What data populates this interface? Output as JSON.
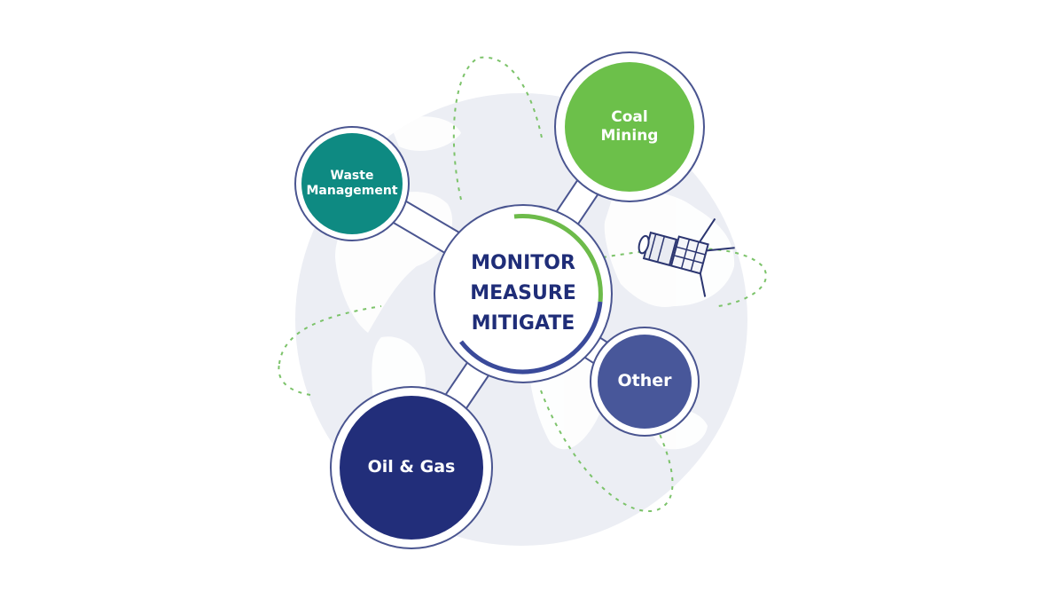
{
  "colors": {
    "globe": "#eceef4",
    "land": "#ffffff",
    "orbit": "#7cc36a",
    "ring": "#ffffff",
    "ring_stroke": "#4a5590",
    "center_text": "#1f2d78",
    "center_arc_green": "#6dbb4a",
    "center_arc_blue": "#3a4a9a"
  },
  "center": {
    "lines": [
      "MONITOR",
      "MEASURE",
      "MITIGATE"
    ]
  },
  "nodes": [
    {
      "id": "waste",
      "label_lines": [
        "Waste",
        "Management"
      ],
      "color": "#0e8a82"
    },
    {
      "id": "coal",
      "label_lines": [
        "Coal",
        "Mining"
      ],
      "color": "#6cc04a"
    },
    {
      "id": "oil",
      "label_lines": [
        "Oil & Gas"
      ],
      "color": "#222e7a"
    },
    {
      "id": "other",
      "label_lines": [
        "Other"
      ],
      "color": "#48579a"
    }
  ],
  "satellite": {
    "icon": "satellite-icon"
  }
}
